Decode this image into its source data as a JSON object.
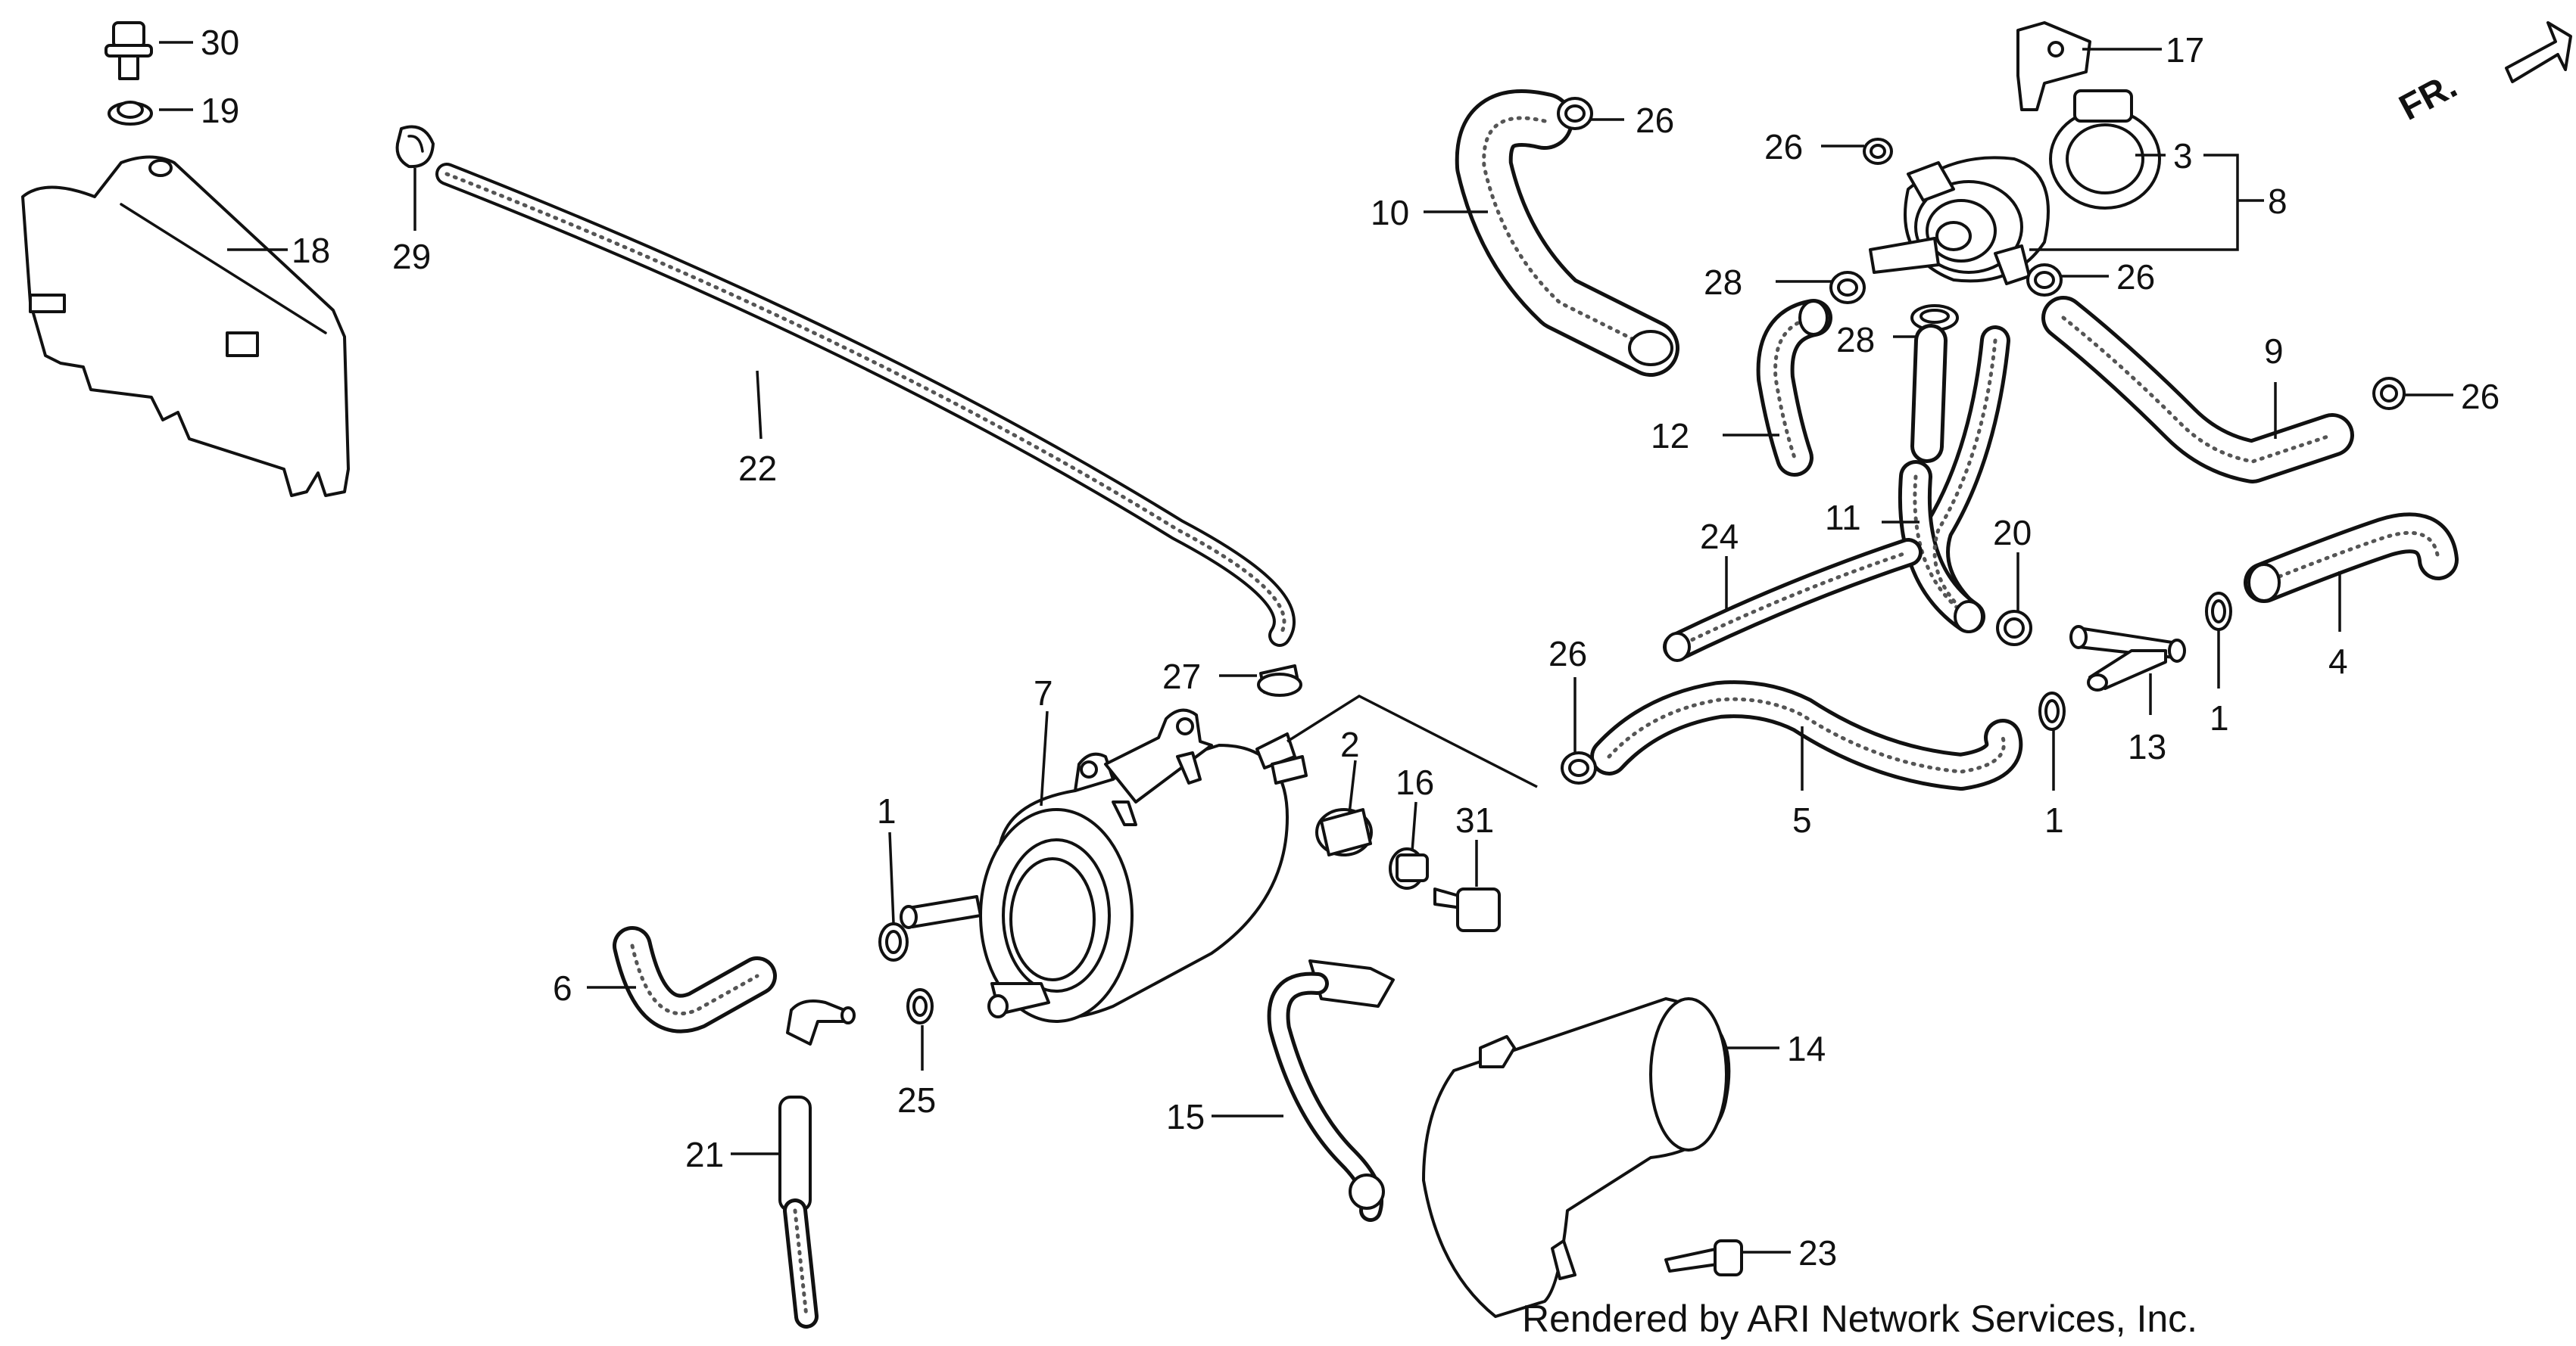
{
  "footer": {
    "credit": "Rendered by ARI Network Services, Inc."
  },
  "direction": {
    "label": "FR."
  },
  "callouts": {
    "c1a": "1",
    "c1b": "1",
    "c1c": "1",
    "c2": "2",
    "c3": "3",
    "c4": "4",
    "c5": "5",
    "c6": "6",
    "c7": "7",
    "c8": "8",
    "c9": "9",
    "c10": "10",
    "c11": "11",
    "c12": "12",
    "c13": "13",
    "c14": "14",
    "c15": "15",
    "c16": "16",
    "c17": "17",
    "c18": "18",
    "c19": "19",
    "c20": "20",
    "c21": "21",
    "c22": "22",
    "c23": "23",
    "c24": "24",
    "c25": "25",
    "c26a": "26",
    "c26b": "26",
    "c26c": "26",
    "c26d": "26",
    "c26e": "26",
    "c27": "27",
    "c28a": "28",
    "c28b": "28",
    "c29": "29",
    "c30": "30",
    "c31": "31"
  }
}
